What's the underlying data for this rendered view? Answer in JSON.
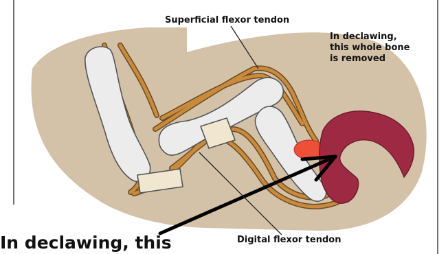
{
  "labels": {
    "superficial_flexor_tendon": "Superficial flexor tendon",
    "digital_flexor_tendon": "Digital flexor tendon",
    "bone_note": [
      "In declawing,",
      "this whole bone",
      "is removed"
    ],
    "caption": "In declawing, this"
  },
  "colors": {
    "paw_skin": "#d3c1a8",
    "tendon": "#c88a3c",
    "bone": "#ececec",
    "cartilage": "#f1e6cf",
    "claw_bone": "#9e2942",
    "joint_highlight": "#ee4f38",
    "outline": "#444444",
    "border_line": "#333333"
  },
  "icons": [
    "paw-cross-section",
    "arrow"
  ]
}
